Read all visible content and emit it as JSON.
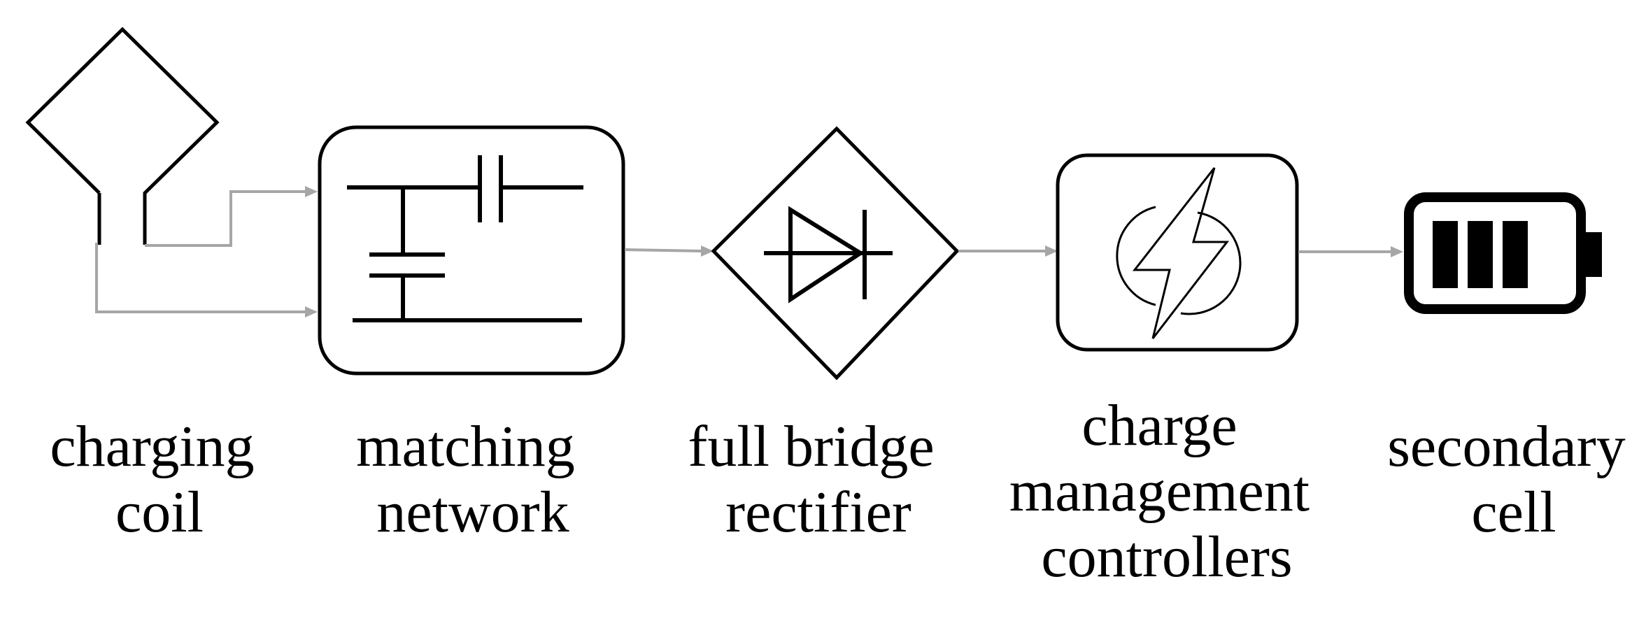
{
  "stages": [
    {
      "id": "coil",
      "lines": [
        "charging",
        "coil"
      ]
    },
    {
      "id": "matching",
      "lines": [
        "matching",
        "network"
      ]
    },
    {
      "id": "rectifier",
      "lines": [
        "full bridge",
        "rectifier"
      ]
    },
    {
      "id": "controller",
      "lines": [
        "charge",
        "management",
        "controllers"
      ]
    },
    {
      "id": "cell",
      "lines": [
        "secondary",
        "cell"
      ]
    }
  ],
  "colors": {
    "stroke": "#000000",
    "connector": "#a6a6a6",
    "background": "#ffffff"
  },
  "icons": [
    "coil-icon",
    "capacitor-network-icon",
    "diode-icon",
    "lightning-icon",
    "battery-icon"
  ]
}
